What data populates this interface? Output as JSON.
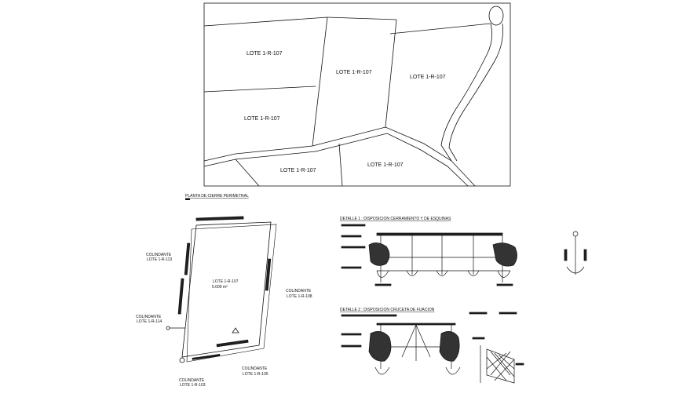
{
  "site_plan": {
    "lots": [
      {
        "id": "lot-a",
        "label": "LOTE 1-R-107"
      },
      {
        "id": "lot-b",
        "label": "LOTE 1-R-107"
      },
      {
        "id": "lot-c",
        "label": "LOTE 1-R-107"
      },
      {
        "id": "lot-d",
        "label": "LOTE 1-R-107"
      },
      {
        "id": "lot-e",
        "label": "LOTE 1-R-107"
      },
      {
        "id": "lot-f",
        "label": "LOTE 1-R-107"
      }
    ]
  },
  "perimeter_plan": {
    "title": "PLANTA DE CIERRE PERIMETRAL",
    "lot_label": "LOTE 1-R-107",
    "lot_area": "5.009 m²",
    "neighbors": [
      {
        "line1": "COLINDANTE",
        "line2": "LOTE 1-R-113"
      },
      {
        "line1": "COLINDANTE",
        "line2": "LOTE 1-R-108"
      },
      {
        "line1": "COLINDANTE",
        "line2": "LOTE 1-R-114"
      },
      {
        "line1": "COLINDANTE",
        "line2": "LOTE 1-R-105"
      },
      {
        "line1": "COLINDANTE",
        "line2": "LOTE 1-R-103"
      }
    ]
  },
  "details": {
    "detail1_title": "DETALLE 1 : DISPOSICION CERRAMIENTO Y DE ESQUINAS",
    "detail2_title": "DETALLE 2 : DISPOSICION CRUCETA DE FIJACION"
  },
  "colors": {
    "line": "#111111",
    "fill": "#222222",
    "paper": "#ffffff"
  }
}
